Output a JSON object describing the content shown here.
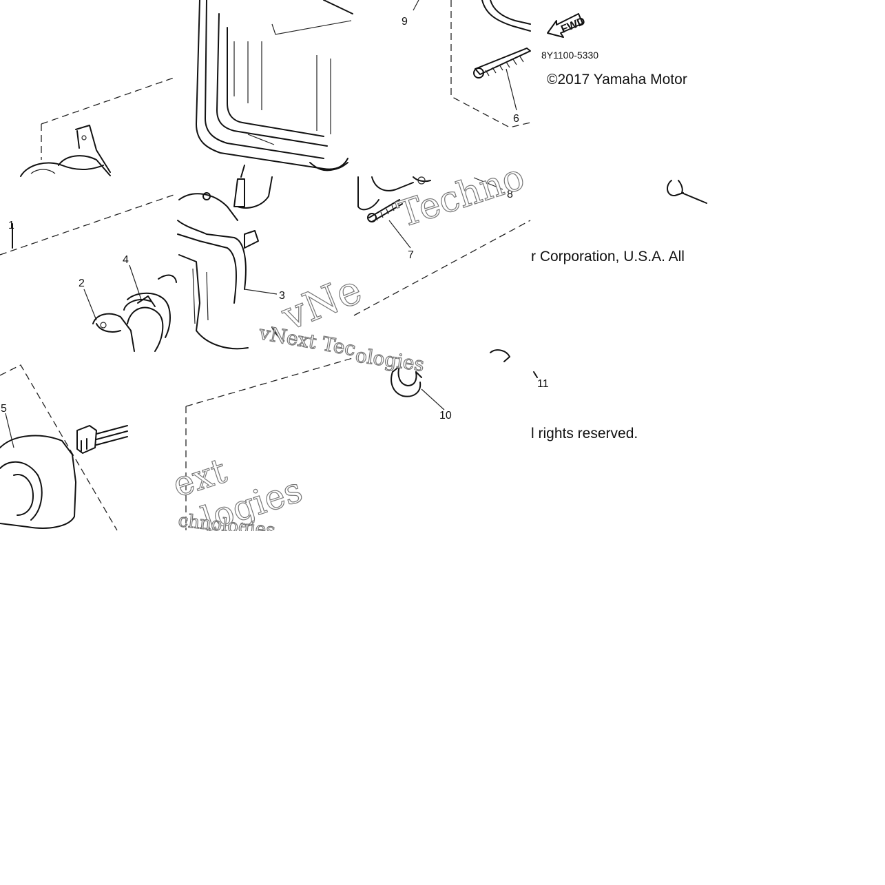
{
  "diagram": {
    "part_callouts": [
      "1",
      "2",
      "3",
      "4",
      "5",
      "6",
      "7",
      "8",
      "9",
      "10",
      "11"
    ],
    "fwd_arrow_label": "FWD",
    "diagram_code": "8Y1100-5330"
  },
  "copyright": {
    "line1": "©2017 Yamaha Motor",
    "line2": "r Corporation, U.S.A. All",
    "line3": "l rights reserved."
  },
  "watermark": {
    "fragment_a": "Techno",
    "fragment_b": "vNext Tec",
    "fragment_c": "ologies",
    "fragment_d": "vNe",
    "fragment_e": "ext",
    "fragment_f": "logies",
    "fragment_g": "chnologies"
  }
}
